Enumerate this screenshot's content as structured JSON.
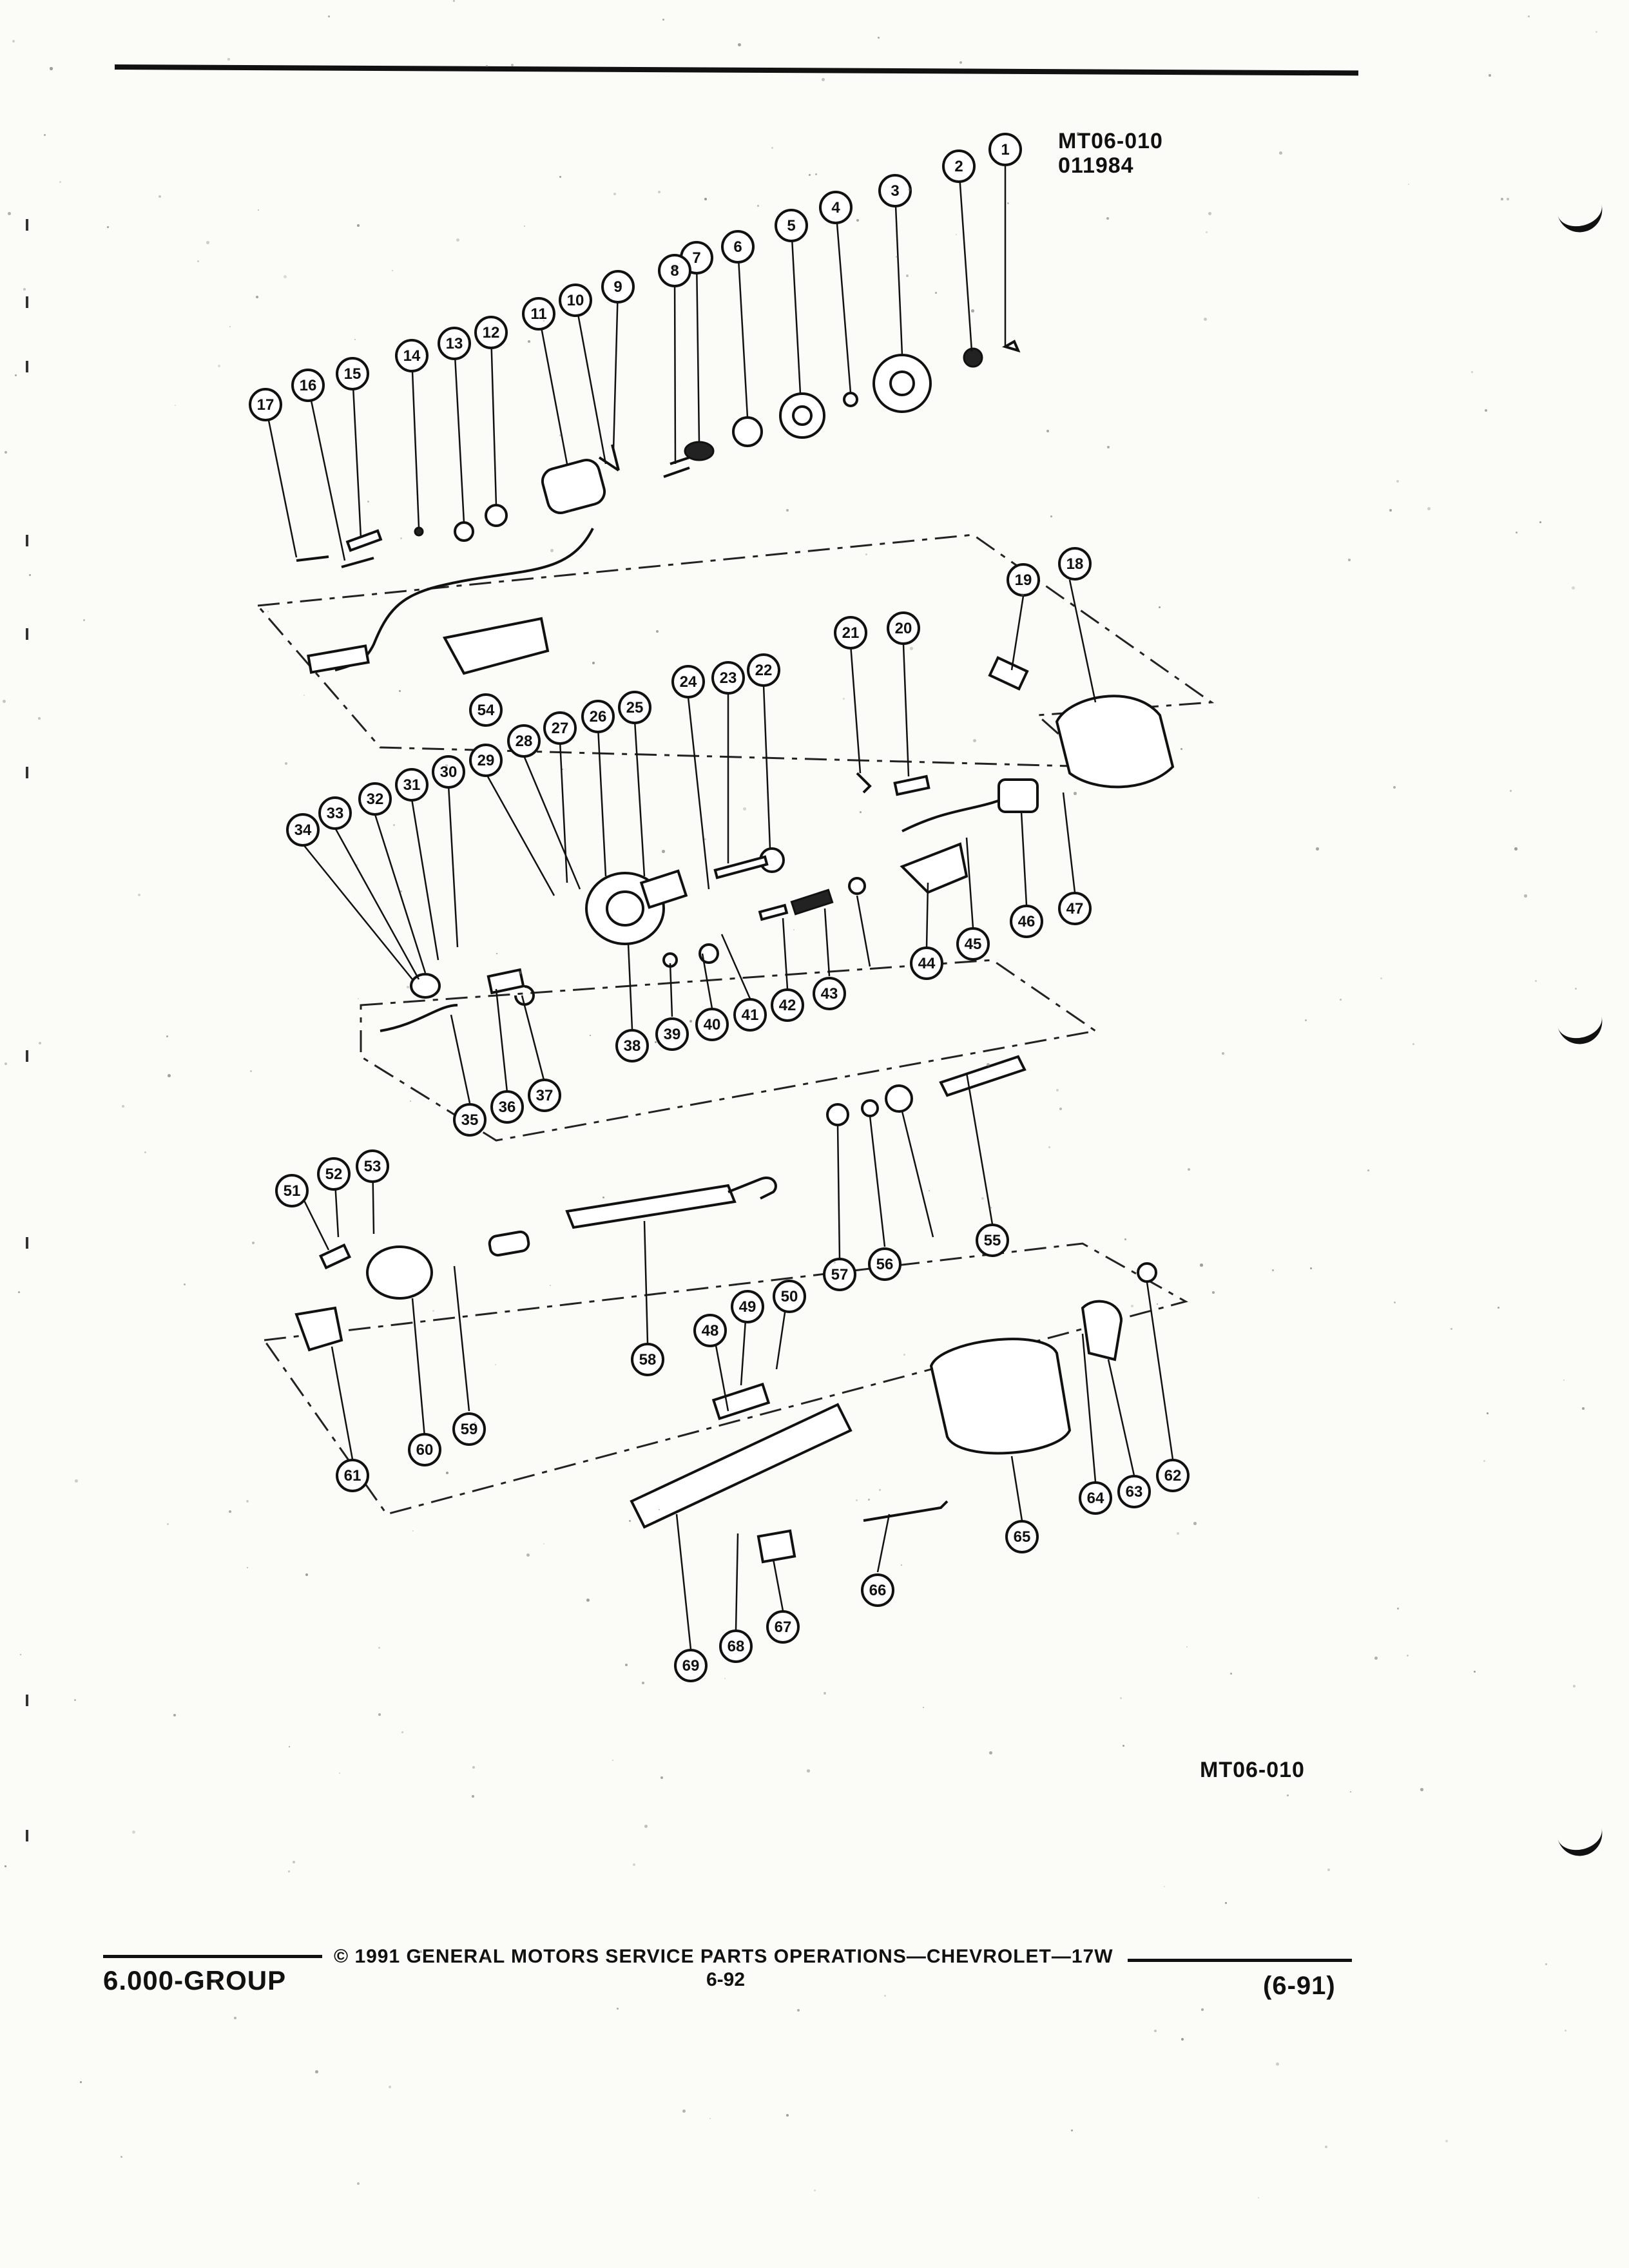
{
  "header": {
    "figure_code": "MT06-010",
    "figure_date": "011984"
  },
  "figure_code_bottom": "MT06-010",
  "footer": {
    "group_label": "6.000-GROUP",
    "copyright": "© 1991 GENERAL MOTORS SERVICE PARTS OPERATIONS—CHEVROLET—17W",
    "page_number": "6-92",
    "revision": "(6-91)"
  },
  "callouts": [
    "1",
    "2",
    "3",
    "4",
    "5",
    "6",
    "7",
    "8",
    "9",
    "10",
    "11",
    "12",
    "13",
    "14",
    "15",
    "16",
    "17",
    "18",
    "19",
    "20",
    "21",
    "22",
    "23",
    "24",
    "25",
    "26",
    "27",
    "28",
    "29",
    "30",
    "31",
    "32",
    "33",
    "34",
    "35",
    "36",
    "37",
    "38",
    "39",
    "40",
    "41",
    "42",
    "43",
    "44",
    "45",
    "46",
    "47",
    "48",
    "49",
    "50",
    "51",
    "52",
    "53",
    "54",
    "55",
    "56",
    "57",
    "58",
    "59",
    "60",
    "61",
    "62",
    "63",
    "64",
    "65",
    "66",
    "67",
    "68",
    "69"
  ]
}
